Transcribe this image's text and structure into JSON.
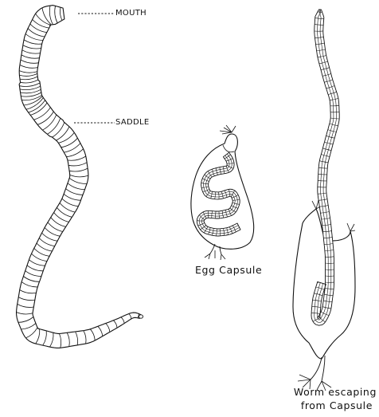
{
  "labels": {
    "mouth": "MOUTH",
    "saddle": "SADDLE",
    "egg_capsule": "Egg Capsule",
    "worm_escaping_line1": "Worm escaping",
    "worm_escaping_line2": "from Capsule"
  },
  "colors": {
    "ink": "#111111",
    "paper": "#ffffff"
  }
}
